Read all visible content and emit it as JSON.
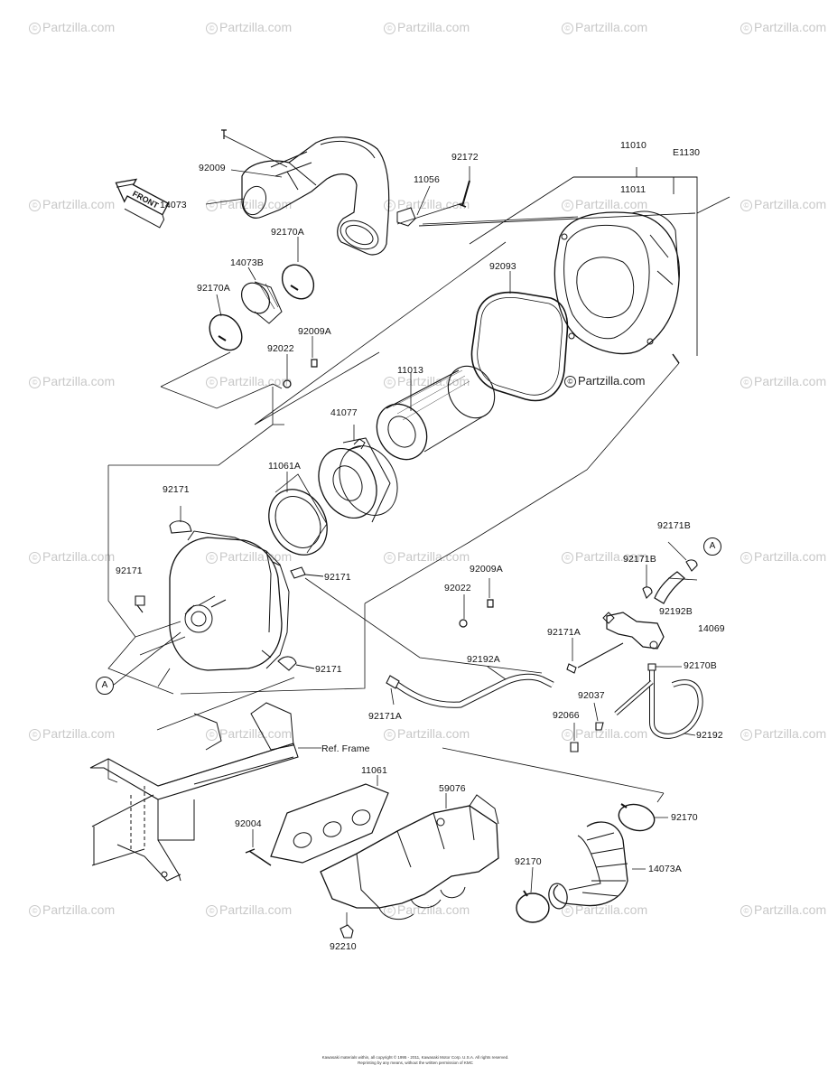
{
  "diagram_code": "E1130",
  "front_label": "FRONT",
  "ref_frame_label": "Ref. Frame",
  "watermark": "Partzilla.com",
  "center_watermark": "Partzilla.com",
  "copyright_line1": "Kawasaki materials within, all copyright © 1995 - 2011, Kawasaki Motor Corp. U.S.A. All rights reserved.",
  "copyright_line2": "Reprinting by any means, without the written permission of KMC",
  "connector_label": "A",
  "part_labels": [
    "92009",
    "14073",
    "92172",
    "11056",
    "11010",
    "11011",
    "92170A",
    "14073B",
    "92170A",
    "92093",
    "92009A",
    "92022",
    "11013",
    "41077",
    "11061A",
    "92171",
    "92171",
    "92171",
    "92171",
    "92171B",
    "92171B",
    "92192B",
    "14069",
    "92009A",
    "92022",
    "92171A",
    "92192A",
    "92171A",
    "92170B",
    "92037",
    "92066",
    "92192",
    "11061",
    "59076",
    "92004",
    "92170",
    "92170",
    "14073A",
    "92210"
  ]
}
